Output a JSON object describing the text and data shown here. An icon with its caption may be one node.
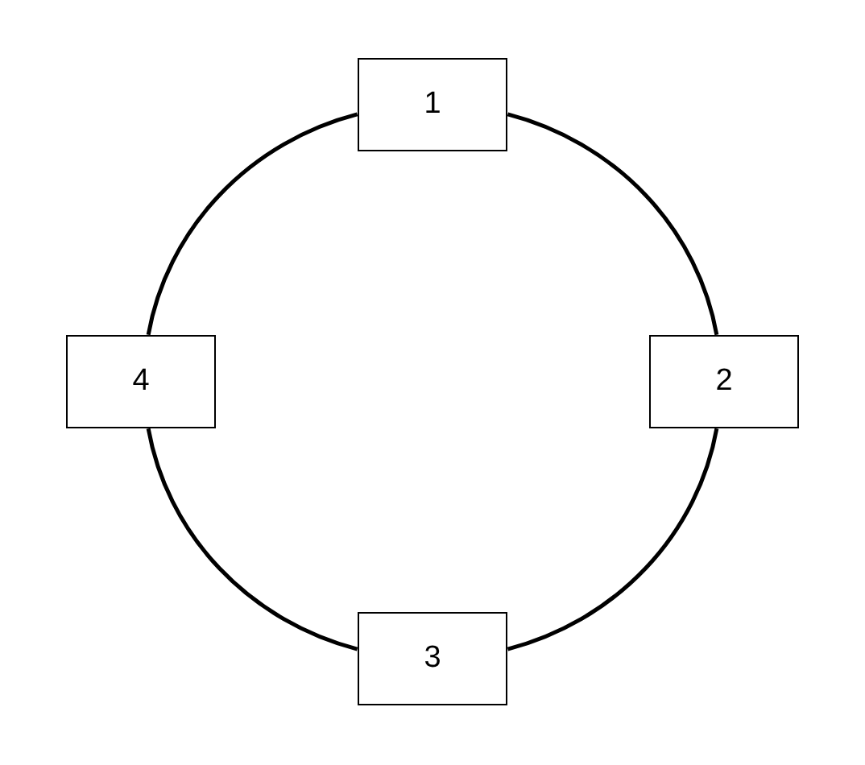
{
  "diagram": {
    "nodes": [
      {
        "text": [
          "1"
        ]
      },
      {
        "text": [
          "2"
        ]
      },
      {
        "text": [
          "3"
        ]
      },
      {
        "text": [
          "4"
        ]
      }
    ],
    "edges": [
      {
        "from": 0,
        "to": 1,
        "arrow": "none"
      },
      {
        "from": 1,
        "to": 2,
        "arrow": "none"
      },
      {
        "from": 2,
        "to": 3,
        "arrow": "none"
      },
      {
        "from": 3,
        "to": 0,
        "arrow": "none"
      }
    ]
  }
}
